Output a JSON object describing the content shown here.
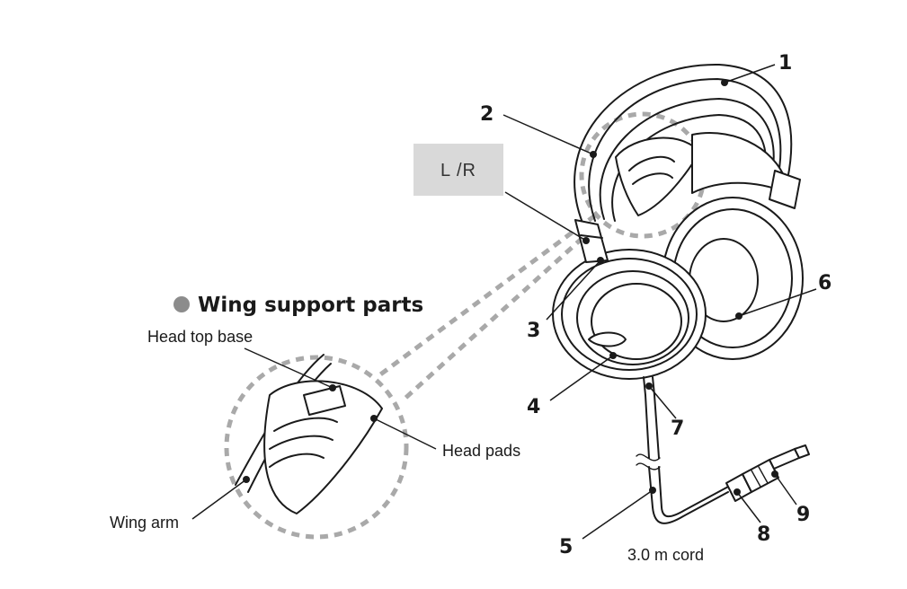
{
  "title_box": {
    "text": "L /R",
    "fill": "#d9d9d9"
  },
  "section": {
    "bullet_color": "#8c8c8c",
    "heading": "Wing support parts"
  },
  "callouts": [
    {
      "number": "1"
    },
    {
      "number": "2"
    },
    {
      "number": "3"
    },
    {
      "number": "4"
    },
    {
      "number": "5"
    },
    {
      "number": "6"
    },
    {
      "number": "7"
    },
    {
      "number": "8"
    },
    {
      "number": "9"
    }
  ],
  "labels": {
    "head_top_base": "Head top base",
    "head_pads": "Head pads",
    "wing_arm": "Wing arm",
    "cord": "3.0 m cord"
  },
  "colors": {
    "ink": "#1a1a1a",
    "dashed_circle": "#a9a9a9"
  }
}
